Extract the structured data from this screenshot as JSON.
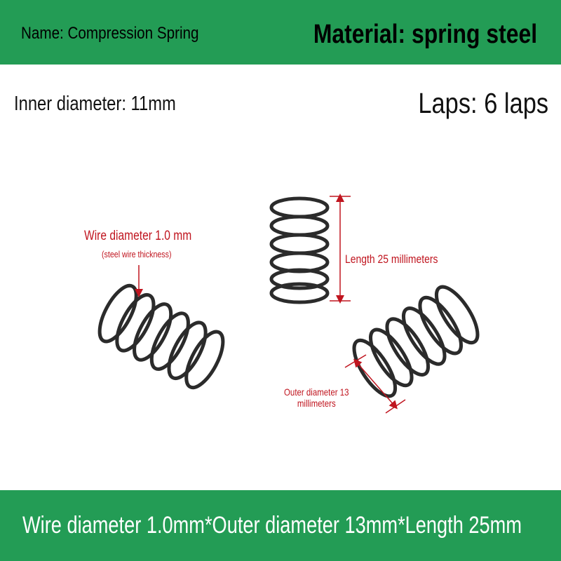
{
  "header": {
    "name_text": "Name: Compression Spring",
    "material_text": "Material: spring steel"
  },
  "specs": {
    "inner_diameter": "Inner diameter: 11mm",
    "laps": "Laps: 6 laps"
  },
  "annotations": {
    "wire_diameter": "Wire diameter 1.0 mm",
    "wire_note": "(steel wire thickness)",
    "length": "Length 25 millimeters",
    "outer_diameter_line1": "Outer diameter 13",
    "outer_diameter_line2": "millimeters"
  },
  "footer": {
    "summary": "Wire diameter 1.0mm*Outer diameter 13mm*Length 25mm"
  },
  "colors": {
    "band": "#239c55",
    "annotation": "#c0151f"
  }
}
